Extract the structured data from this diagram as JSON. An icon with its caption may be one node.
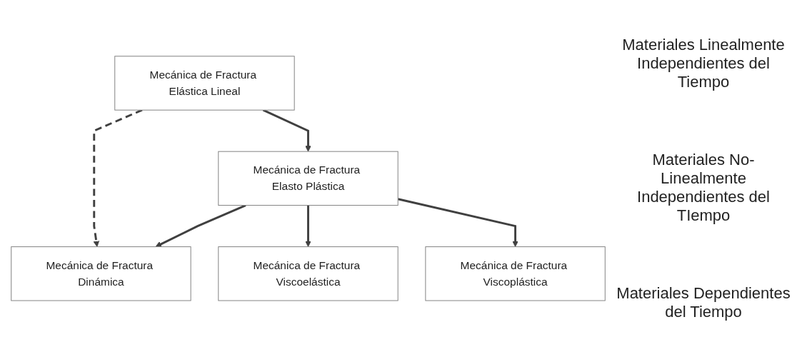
{
  "diagram": {
    "nodes": [
      {
        "text": [
          "Mecánica de Fractura Elástica Lineal"
        ]
      },
      {
        "text": [
          "Mecánica de Fractura Elasto Plástica"
        ]
      },
      {
        "text": [
          "Mecánica de Fractura Dinámica"
        ]
      },
      {
        "text": [
          "Mecánica de Fractura Viscoelástica"
        ]
      },
      {
        "text": [
          "Mecánica de Fractura Viscoplástica"
        ]
      }
    ],
    "edges": [
      {
        "from": 0,
        "to": 1,
        "arrow": "to"
      },
      {
        "from": 0,
        "to": 2,
        "arrow": "to",
        "style": "dashed"
      },
      {
        "from": 1,
        "to": 2,
        "arrow": "to"
      },
      {
        "from": 1,
        "to": 3,
        "arrow": "to"
      },
      {
        "from": 1,
        "to": 4,
        "arrow": "to"
      }
    ],
    "labels": [
      "Materiales Linealmente Independientes del Tiempo",
      "Materiales No-Linealmente Independientes del TIempo",
      "Materiales Dependientes del Tiempo"
    ]
  }
}
